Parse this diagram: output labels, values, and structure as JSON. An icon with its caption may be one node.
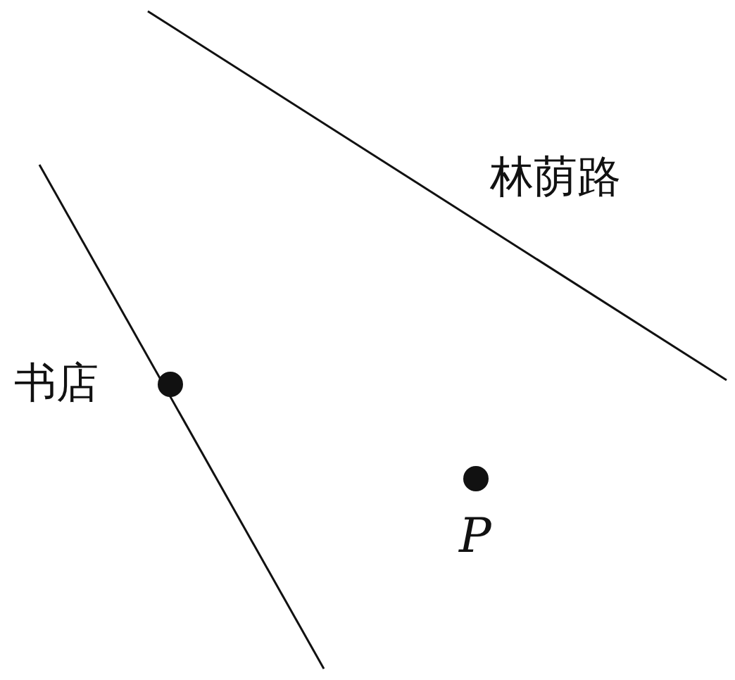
{
  "diagram": {
    "nodes": [
      {
        "text": [],
        "shape": "circle",
        "beside": [
          "书店"
        ]
      },
      {
        "text": [],
        "shape": "circle",
        "beside": [
          "P"
        ]
      }
    ],
    "labels": [
      "林荫路"
    ]
  }
}
